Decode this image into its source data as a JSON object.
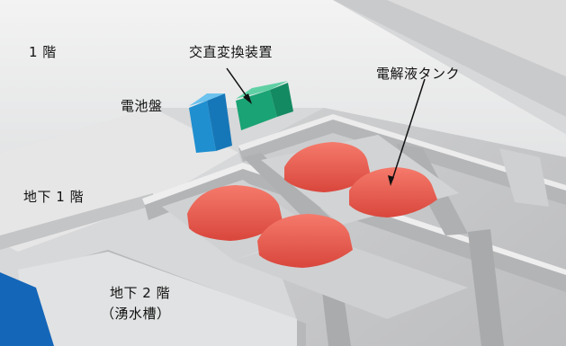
{
  "labels": {
    "floor_1": "1 階",
    "inverter": "交直変換装置",
    "battery_panel": "電池盤",
    "electrolyte_tank": "電解液タンク",
    "basement_1": "地下 1 階",
    "basement_2": "地下 2 階",
    "spring_tank": "（湧水槽）"
  },
  "colors": {
    "background": "#d9dadb",
    "battery_panel": "#1f8fd0",
    "inverter": "#1aa374",
    "tank": "#ef5f52",
    "corner_block": "#1466b8"
  }
}
